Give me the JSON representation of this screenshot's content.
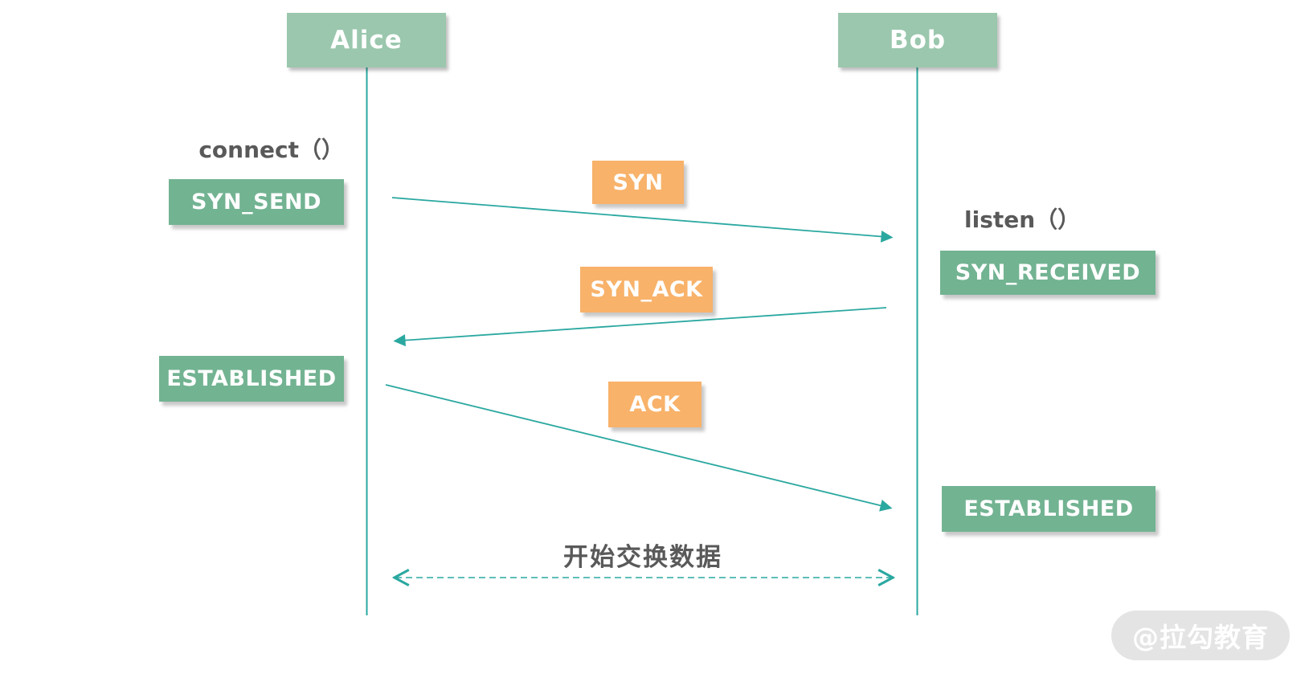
{
  "actors": [
    {
      "label": "Alice"
    },
    {
      "label": "Bob"
    }
  ],
  "alice_side": {
    "call_label": "connect（）",
    "state_syn": "SYN_SEND",
    "state_established": "ESTABLISHED"
  },
  "bob_side": {
    "call_label": "listen（）",
    "state_syn": "SYN_RECEIVED",
    "state_established": "ESTABLISHED"
  },
  "messages": [
    {
      "label": "SYN",
      "direction": "alice-to-bob"
    },
    {
      "label": "SYN_ACK",
      "direction": "bob-to-alice"
    },
    {
      "label": "ACK",
      "direction": "alice-to-bob"
    }
  ],
  "exchange": {
    "label": "开始交换数据"
  },
  "watermark": {
    "label": "@拉勾教育"
  },
  "colors": {
    "actor_green": "#9ac7ad",
    "state_green": "#72b392",
    "message_orange": "#f8b26a",
    "line_teal": "#2aa8a0",
    "text_gray": "#595959",
    "watermark_bg": "#e4e4e4",
    "watermark_text": "#ffffff"
  }
}
